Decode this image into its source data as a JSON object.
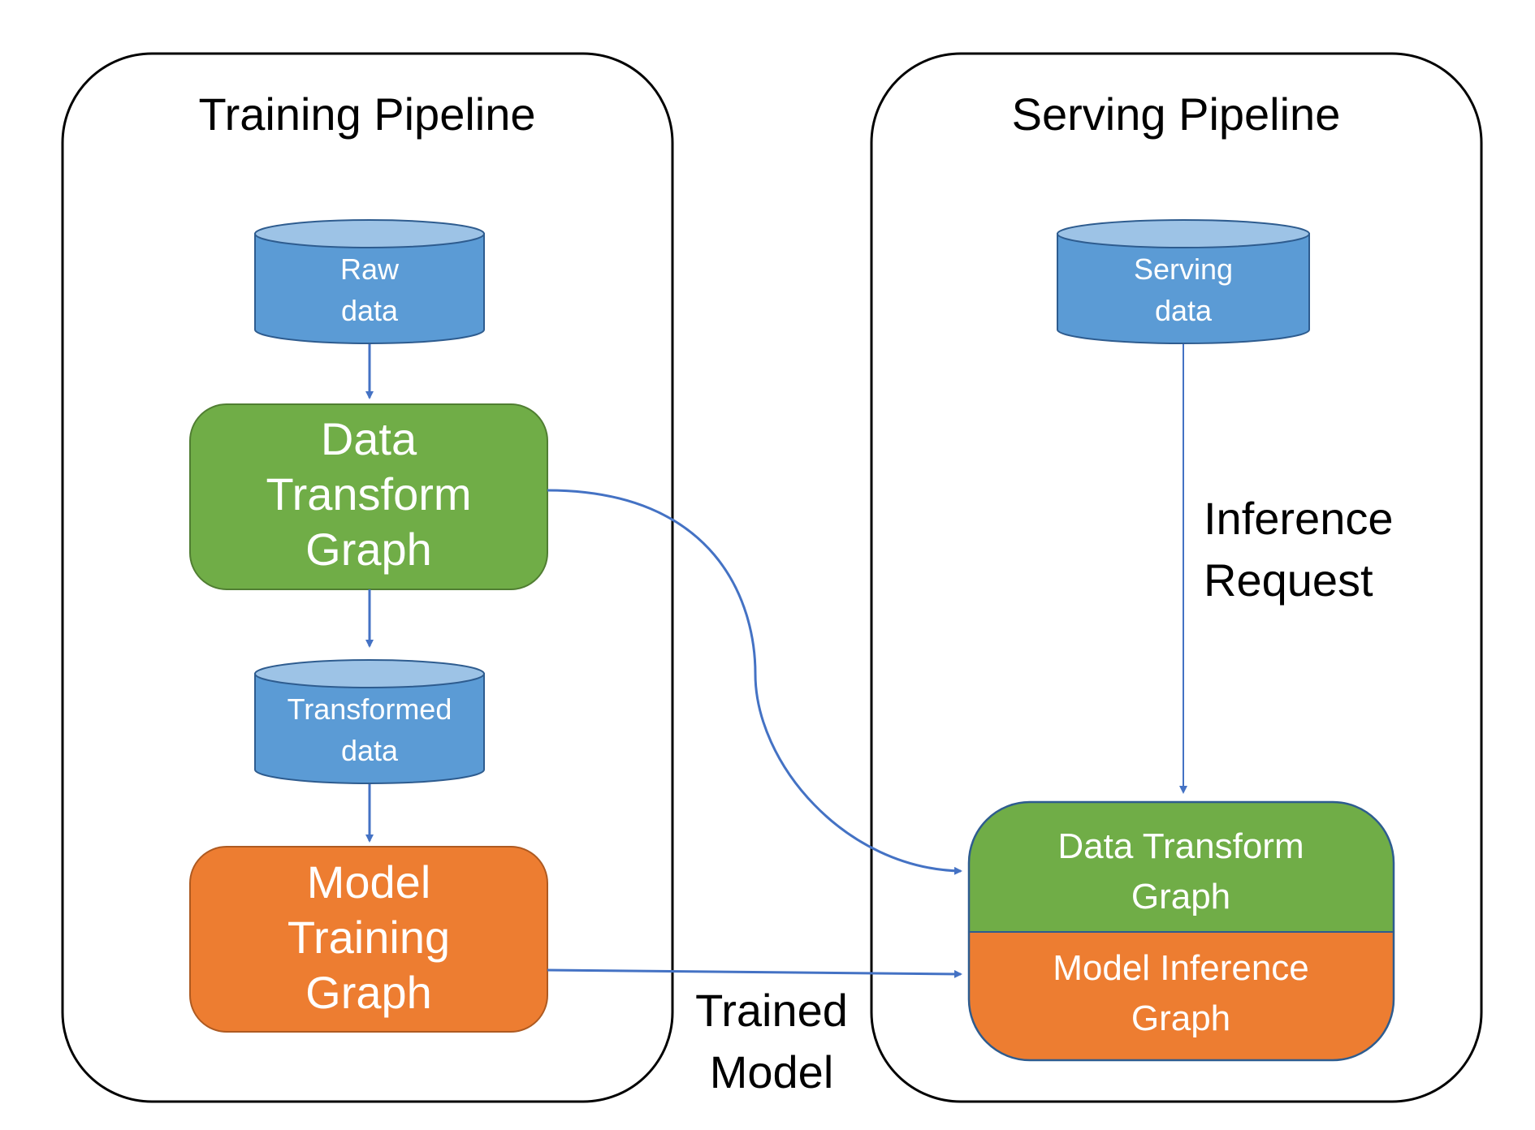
{
  "colors": {
    "panel_border": "#000000",
    "db_body": "#5b9bd5",
    "db_top": "#9dc3e6",
    "db_border": "#2e5c8f",
    "green_box": "#70ad47",
    "green_border": "#507e32",
    "orange_box": "#ed7d31",
    "orange_border": "#ae5a21",
    "arrow": "#4472c4"
  },
  "training": {
    "title": "Training Pipeline",
    "raw_data": {
      "line1": "Raw",
      "line2": "data"
    },
    "transform_graph": {
      "line1": "Data",
      "line2": "Transform",
      "line3": "Graph"
    },
    "transformed_data": {
      "line1": "Transformed",
      "line2": "data"
    },
    "model_training_graph": {
      "line1": "Model",
      "line2": "Training",
      "line3": "Graph"
    }
  },
  "serving": {
    "title": "Serving Pipeline",
    "serving_data": {
      "line1": "Serving",
      "line2": "data"
    },
    "transform_graph": {
      "line1": "Data Transform",
      "line2": "Graph"
    },
    "inference_graph": {
      "line1": "Model Inference",
      "line2": "Graph"
    }
  },
  "edges": {
    "inference_request": {
      "line1": "Inference",
      "line2": "Request"
    },
    "trained_model": {
      "line1": "Trained",
      "line2": "Model"
    }
  }
}
